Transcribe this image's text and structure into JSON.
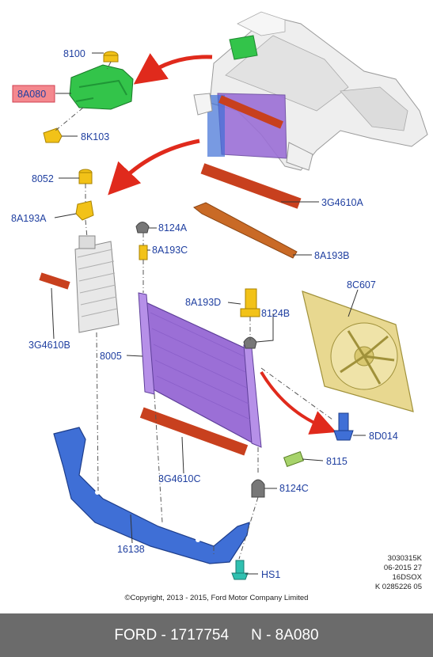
{
  "labels": {
    "p8100": "8100",
    "p8A080": "8A080",
    "p8K103": "8K103",
    "p8052": "8052",
    "p8A193A": "8A193A",
    "p3G4610A": "3G4610A",
    "p8124A": "8124A",
    "p8A193B": "8A193B",
    "p8A193C": "8A193C",
    "p3G4610B": "3G4610B",
    "p8C607": "8C607",
    "p8A193D": "8A193D",
    "p8124B": "8124B",
    "p8005": "8005",
    "p8D014": "8D014",
    "p8115": "8115",
    "p3G4610C": "3G4610C",
    "p8124C": "8124C",
    "p16138": "16138",
    "pHS1": "HS1"
  },
  "highlight_part": "8A080",
  "highlight_color": "#f4888e",
  "colors": {
    "label_text": "#1f3fa0",
    "radiator": "#9b6fd6",
    "reservoir": "#33c44a",
    "seal": "#c8401e",
    "bracket": "#c96a26",
    "fan_shroud": "#e8d890",
    "crossmember": "#3f6fd6",
    "connector": "#f2c218",
    "arrow": "#e02a1c"
  },
  "refs": [
    "3030315K",
    "06-2015 27",
    "16DSOX",
    "K 0285226 05"
  ],
  "copyright": "©Copyright, 2013 - 2015, Ford Motor Company Limited",
  "footer": {
    "part": "FORD - 1717754",
    "ref": "N - 8A080"
  },
  "icons": {
    "arrow-top": "red-curved-arrow-icon",
    "arrow-middle": "red-curved-arrow-icon",
    "arrow-bottom": "red-curved-arrow-icon"
  }
}
